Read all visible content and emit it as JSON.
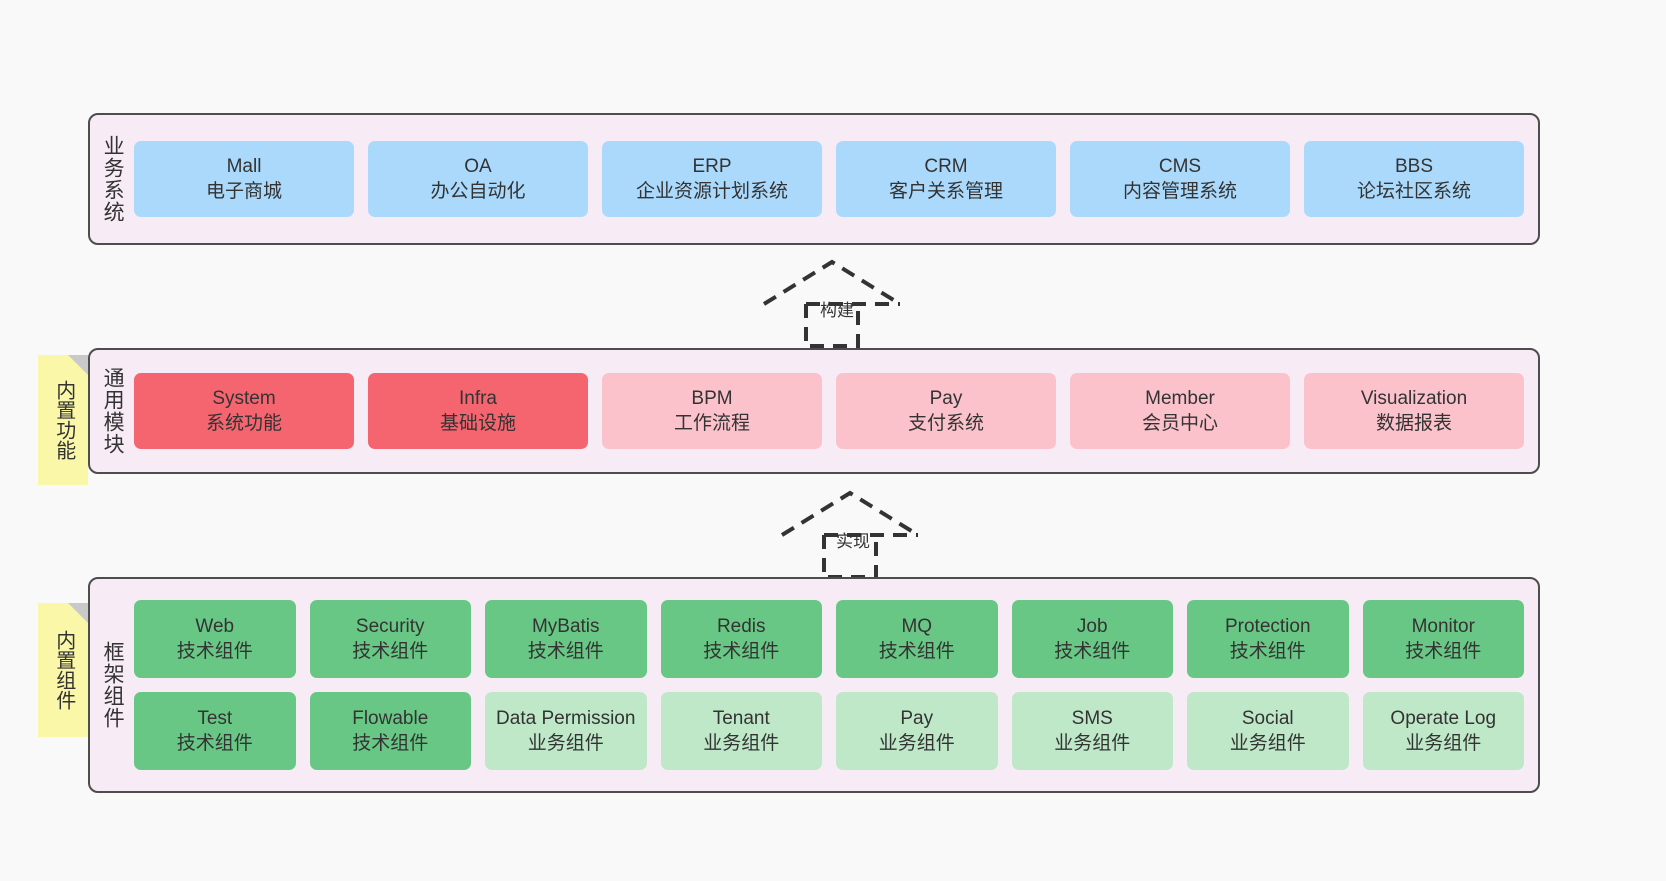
{
  "canvas": {
    "background": "#f9f9f9",
    "container_fill": "#f7ebf5",
    "container_border": "#4d4d4d"
  },
  "colors": {
    "blue": "#abd9fb",
    "red": "#f4656f",
    "pink": "#fbc2cb",
    "green": "#69c785",
    "light_green": "#bfe8c9",
    "sticky_yellow": "#fbf7a8",
    "fold_gray": "#c9c9c9"
  },
  "sticky_notes": [
    {
      "id": "builtin-function",
      "text": "内置功能"
    },
    {
      "id": "builtin-component",
      "text": "内置组件"
    }
  ],
  "arrows": [
    {
      "id": "build",
      "label": "构建",
      "style": "dashed-hollow-triangle"
    },
    {
      "id": "implement",
      "label": "实现",
      "style": "dashed-hollow-triangle"
    }
  ],
  "layers": [
    {
      "id": "business",
      "title": "业务系统",
      "rows": [
        {
          "cards": [
            {
              "en": "Mall",
              "cn": "电子商城",
              "color": "blue"
            },
            {
              "en": "OA",
              "cn": "办公自动化",
              "color": "blue"
            },
            {
              "en": "ERP",
              "cn": "企业资源计划系统",
              "color": "blue"
            },
            {
              "en": "CRM",
              "cn": "客户关系管理",
              "color": "blue"
            },
            {
              "en": "CMS",
              "cn": "内容管理系统",
              "color": "blue"
            },
            {
              "en": "BBS",
              "cn": "论坛社区系统",
              "color": "blue"
            }
          ]
        }
      ]
    },
    {
      "id": "common",
      "title": "通用模块",
      "rows": [
        {
          "cards": [
            {
              "en": "System",
              "cn": "系统功能",
              "color": "red"
            },
            {
              "en": "Infra",
              "cn": "基础设施",
              "color": "red"
            },
            {
              "en": "BPM",
              "cn": "工作流程",
              "color": "pink"
            },
            {
              "en": "Pay",
              "cn": "支付系统",
              "color": "pink"
            },
            {
              "en": "Member",
              "cn": "会员中心",
              "color": "pink"
            },
            {
              "en": "Visualization",
              "cn": "数据报表",
              "color": "pink"
            }
          ]
        }
      ]
    },
    {
      "id": "framework",
      "title": "框架组件",
      "rows": [
        {
          "cards": [
            {
              "en": "Web",
              "cn": "技术组件",
              "color": "green"
            },
            {
              "en": "Security",
              "cn": "技术组件",
              "color": "green"
            },
            {
              "en": "MyBatis",
              "cn": "技术组件",
              "color": "green"
            },
            {
              "en": "Redis",
              "cn": "技术组件",
              "color": "green"
            },
            {
              "en": "MQ",
              "cn": "技术组件",
              "color": "green"
            },
            {
              "en": "Job",
              "cn": "技术组件",
              "color": "green"
            },
            {
              "en": "Protection",
              "cn": "技术组件",
              "color": "green"
            },
            {
              "en": "Monitor",
              "cn": "技术组件",
              "color": "green"
            }
          ]
        },
        {
          "cards": [
            {
              "en": "Test",
              "cn": "技术组件",
              "color": "green"
            },
            {
              "en": "Flowable",
              "cn": "技术组件",
              "color": "green"
            },
            {
              "en": "Data Permission",
              "cn": "业务组件",
              "color": "lightgreen"
            },
            {
              "en": "Tenant",
              "cn": "业务组件",
              "color": "lightgreen"
            },
            {
              "en": "Pay",
              "cn": "业务组件",
              "color": "lightgreen"
            },
            {
              "en": "SMS",
              "cn": "业务组件",
              "color": "lightgreen"
            },
            {
              "en": "Social",
              "cn": "业务组件",
              "color": "lightgreen"
            },
            {
              "en": "Operate Log",
              "cn": "业务组件",
              "color": "lightgreen"
            }
          ]
        }
      ]
    }
  ]
}
